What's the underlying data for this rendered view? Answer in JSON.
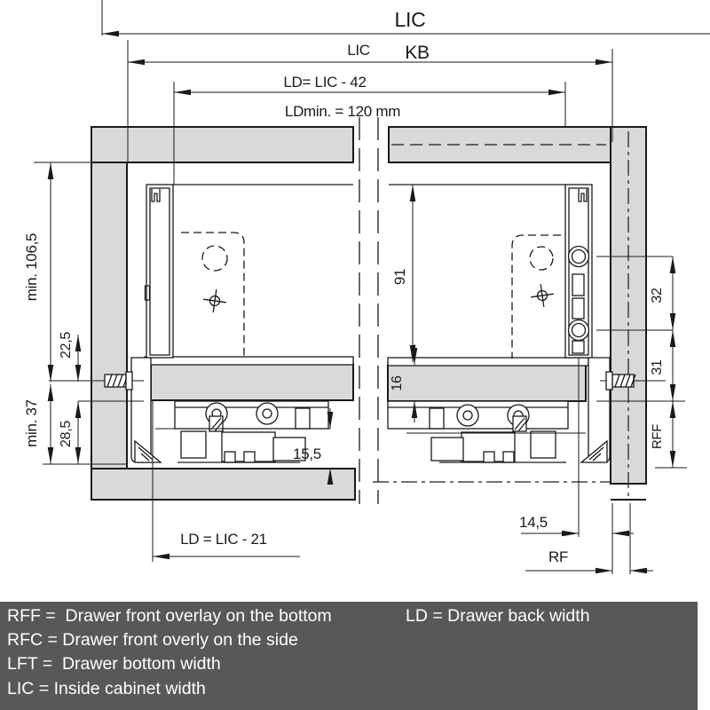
{
  "colors": {
    "background": "#ffffff",
    "line": "#1a1a1a",
    "panel_fill": "#d9d9d9",
    "legend_bg": "#58585a",
    "legend_text": "#ffffff"
  },
  "drawing": {
    "labels": {
      "lic_overall": "LIC",
      "lic_inner": "LIC",
      "kb": "KB",
      "ld_top": "LD= LIC - 42",
      "ld_min": "LDmin. = 120 mm",
      "min_side_height": "min. 106,5",
      "screw_offset": "22,5",
      "min_bottom": "min. 37",
      "bottom_clearance": "28,5",
      "runner_height": "15,5",
      "back_height": "91",
      "bottom_thickness": "16",
      "hole_spacing": "32",
      "hole_to_bottom": "31",
      "front_overlay_bottom": "RFF",
      "front_gap": "14,5",
      "front_overlay_side": "RF",
      "ld_bottom": "LD = LIC - 21"
    }
  },
  "legend": {
    "left": [
      "RFF =  Drawer front overlay on the bottom",
      "RFC = Drawer front overly on the side",
      "LFT =  Drawer bottom width",
      "LIC = Inside cabinet width"
    ],
    "right": [
      "LD = Drawer back width"
    ]
  }
}
